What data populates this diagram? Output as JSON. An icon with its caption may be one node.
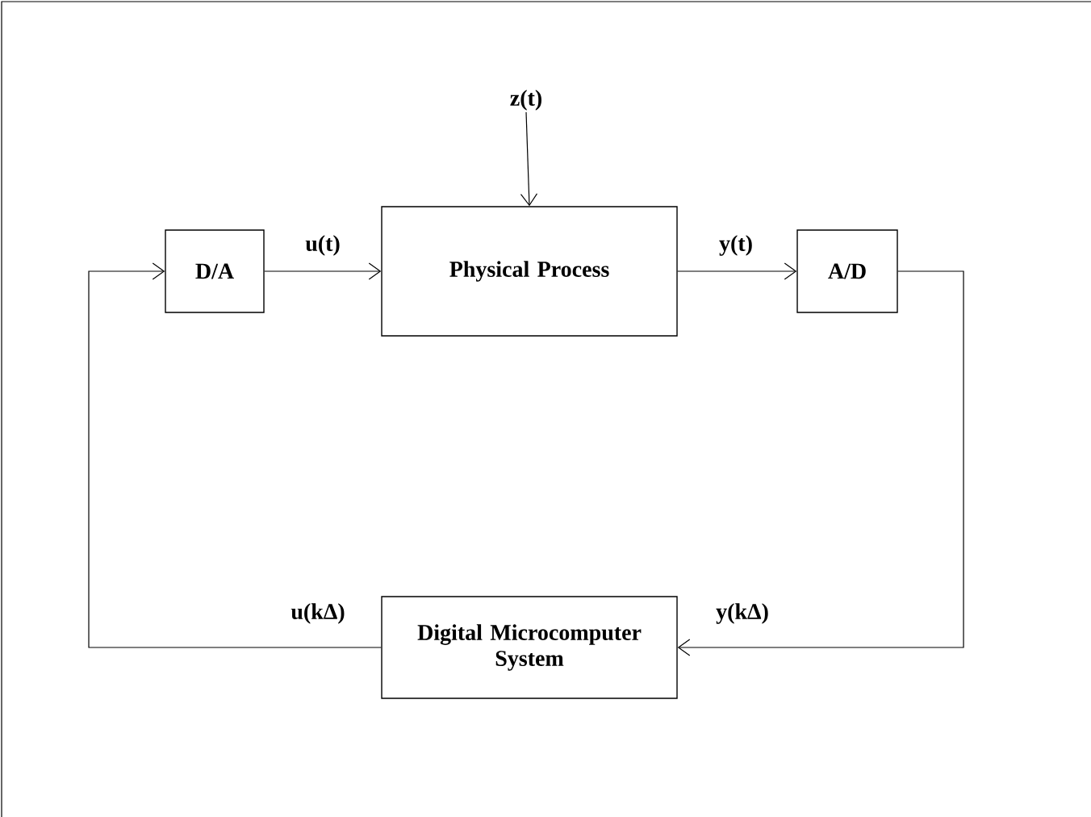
{
  "diagram": {
    "nodes": [
      {
        "text": [
          "z(t)"
        ]
      },
      {
        "text": [
          "D/A"
        ]
      },
      {
        "text": [
          "Physical Process"
        ]
      },
      {
        "text": [
          "A/D"
        ]
      },
      {
        "text": [
          "Digital Microcomputer System"
        ]
      }
    ],
    "edges": [
      {
        "from": 0,
        "to": 2,
        "arrow": "to"
      },
      {
        "from": 1,
        "to": 2,
        "arrow": "to",
        "label": "u(t)"
      },
      {
        "from": 2,
        "to": 3,
        "arrow": "to",
        "label": "y(t)"
      },
      {
        "from": 3,
        "to": 4,
        "arrow": "to",
        "label": "y(kΔ)"
      },
      {
        "from": 4,
        "to": 1,
        "arrow": "to",
        "label": "u(kΔ)"
      }
    ]
  }
}
